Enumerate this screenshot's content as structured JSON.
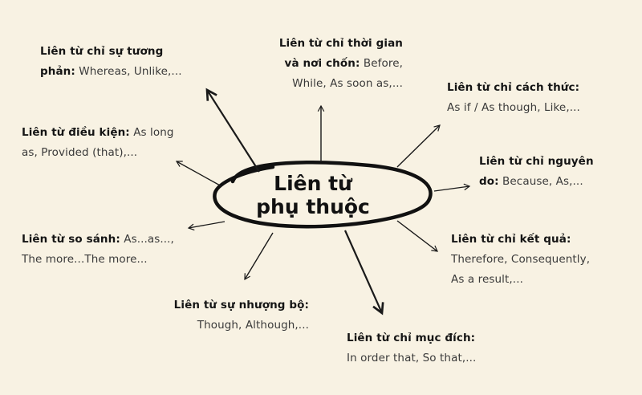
{
  "center": {
    "line1": "Liên từ",
    "line2": "phụ thuộc"
  },
  "nodes": {
    "contrast": {
      "title": "Liên từ chỉ sự tương",
      "title2": "phản:",
      "examples": " Whereas, Unlike,..."
    },
    "time_place": {
      "title1": "Liên từ chỉ thời gian",
      "title2": "và nơi chốn:",
      "examples1": " Before,",
      "examples2": "While, As soon as,..."
    },
    "manner": {
      "title": "Liên từ chỉ cách thức:",
      "examples": "As if / As though, Like,..."
    },
    "condition": {
      "title": "Liên từ điều kiện:",
      "examples1": " As long",
      "examples2": "as, Provided (that),..."
    },
    "reason": {
      "title1": "Liên từ chỉ nguyên",
      "title2": "do:",
      "examples": " Because, As,..."
    },
    "comparison": {
      "title": "Liên từ so sánh:",
      "examples1": " As...as...,",
      "examples2": "The more...The more..."
    },
    "result": {
      "title": "Liên từ chỉ kết quả:",
      "examples1": "Therefore, Consequently,",
      "examples2": "As a result,..."
    },
    "concession": {
      "title": "Liên từ sự nhượng bộ:",
      "examples": "Though, Although,..."
    },
    "purpose": {
      "title": "Liên từ chỉ mục đích:",
      "examples": "In order that, So that,..."
    }
  },
  "colors": {
    "background": "#f8f2e3",
    "line": "#1a1a1a",
    "text": "#3a3a3a",
    "title": "#151515"
  }
}
